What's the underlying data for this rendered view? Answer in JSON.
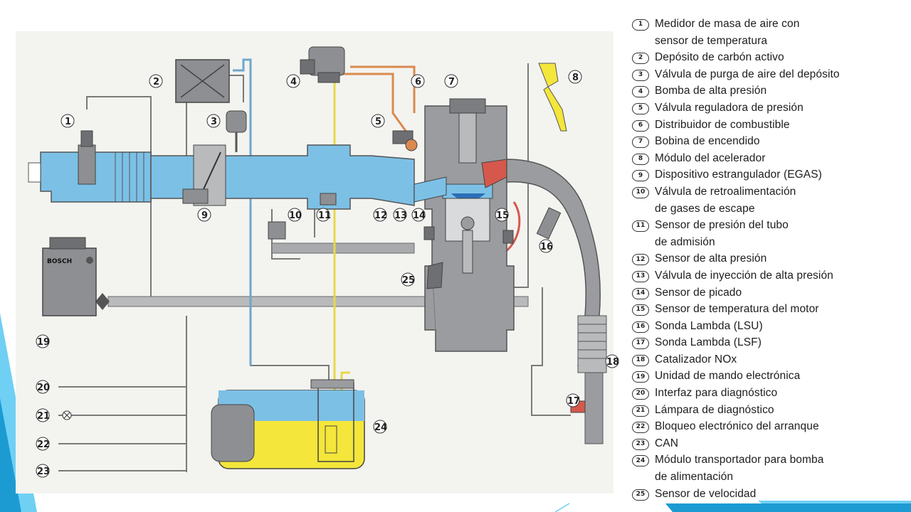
{
  "slide": {
    "colors": {
      "accent_light": "#6fd0f4",
      "accent_dark": "#1c9bd3",
      "air": "#7cc0e6",
      "fuel_yellow": "#f4e63a",
      "engine_gray": "#9a9c9f",
      "exhaust_red": "#d6584c"
    }
  },
  "diagram": {
    "ecu_brand": "BOSCH",
    "callouts": [
      {
        "n": "1"
      },
      {
        "n": "2"
      },
      {
        "n": "3"
      },
      {
        "n": "4"
      },
      {
        "n": "5"
      },
      {
        "n": "6"
      },
      {
        "n": "7"
      },
      {
        "n": "8"
      },
      {
        "n": "9"
      },
      {
        "n": "10"
      },
      {
        "n": "11"
      },
      {
        "n": "12"
      },
      {
        "n": "13"
      },
      {
        "n": "14"
      },
      {
        "n": "15"
      },
      {
        "n": "16"
      },
      {
        "n": "17"
      },
      {
        "n": "18"
      },
      {
        "n": "19"
      },
      {
        "n": "20"
      },
      {
        "n": "21"
      },
      {
        "n": "22"
      },
      {
        "n": "23"
      },
      {
        "n": "24"
      },
      {
        "n": "25"
      }
    ]
  },
  "legend": {
    "items": [
      {
        "n": "1",
        "text": "Medidor de masa de aire con\nsensor de temperatura"
      },
      {
        "n": "2",
        "text": "Depósito de carbón activo"
      },
      {
        "n": "3",
        "text": "Válvula de purga de aire del depósito"
      },
      {
        "n": "4",
        "text": "Bomba de alta presión"
      },
      {
        "n": "5",
        "text": "Válvula reguladora de presión"
      },
      {
        "n": "6",
        "text": "Distribuidor de combustible"
      },
      {
        "n": "7",
        "text": "Bobina de encendido"
      },
      {
        "n": "8",
        "text": "Módulo del acelerador"
      },
      {
        "n": "9",
        "text": "Dispositivo estrangulador (EGAS)"
      },
      {
        "n": "10",
        "text": "Válvula de retroalimentación\nde gases de escape"
      },
      {
        "n": "11",
        "text": "Sensor de presión del tubo\nde admisión"
      },
      {
        "n": "12",
        "text": "Sensor de alta presión"
      },
      {
        "n": "13",
        "text": "Válvula de inyección de alta presión"
      },
      {
        "n": "14",
        "text": "Sensor de picado"
      },
      {
        "n": "15",
        "text": "Sensor de temperatura del motor"
      },
      {
        "n": "16",
        "text": "Sonda Lambda (LSU)"
      },
      {
        "n": "17",
        "text": "Sonda Lambda (LSF)"
      },
      {
        "n": "18",
        "text": "Catalizador NOx"
      },
      {
        "n": "19",
        "text": "Unidad de mando electrónica"
      },
      {
        "n": "20",
        "text": "Interfaz para diagnóstico"
      },
      {
        "n": "21",
        "text": "Lámpara de diagnóstico"
      },
      {
        "n": "22",
        "text": "Bloqueo electrónico del arranque"
      },
      {
        "n": "23",
        "text": "CAN"
      },
      {
        "n": "24",
        "text": "Módulo transportador para bomba\nde alimentación"
      },
      {
        "n": "25",
        "text": "Sensor de velocidad"
      }
    ]
  }
}
